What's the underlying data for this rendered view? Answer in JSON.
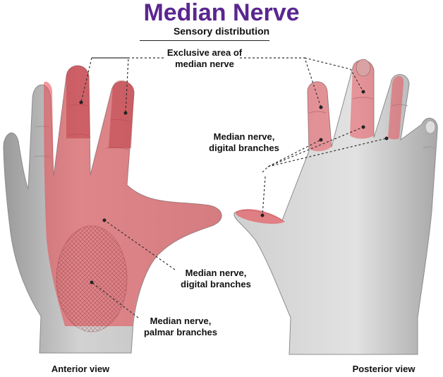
{
  "header": {
    "title": "Median Nerve",
    "subtitle": "Sensory distribution"
  },
  "labels": {
    "exclusive_line1": "Exclusive area of",
    "exclusive_line2": "median nerve",
    "digital_right_line1": "Median nerve,",
    "digital_right_line2": "digital branches",
    "digital_left_line1": "Median nerve,",
    "digital_left_line2": "digital branches",
    "palmar_line1": "Median nerve,",
    "palmar_line2": "palmar branches",
    "anterior": "Anterior view",
    "posterior": "Posterior view"
  },
  "colors": {
    "title": "#5a2690",
    "skin": "#cfcfcf",
    "skin_shadow": "#a9a9a9",
    "nerve_area": "#e8474f",
    "exclusive_area": "#c23a41",
    "leader_line": "#333333"
  }
}
